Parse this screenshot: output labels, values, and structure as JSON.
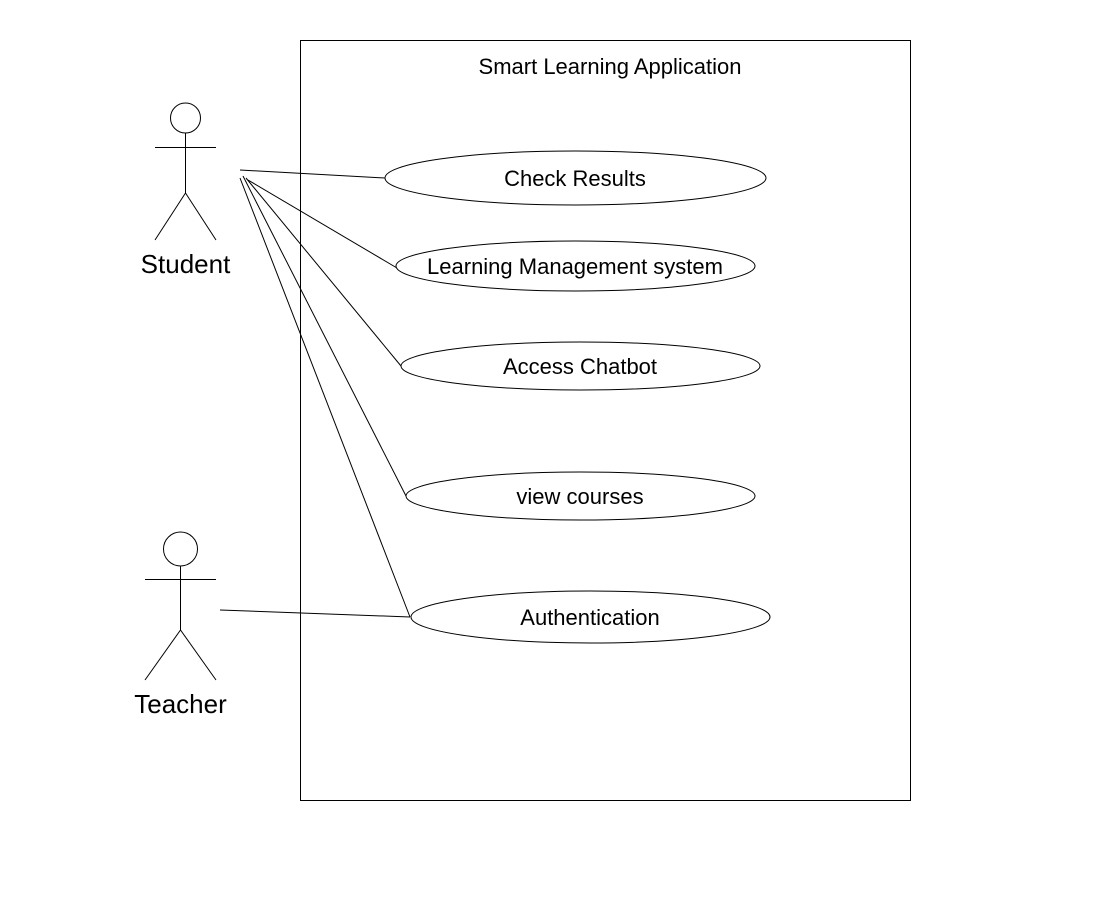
{
  "system": {
    "title": "Smart Learning Application"
  },
  "actors": {
    "student": {
      "label": "Student"
    },
    "teacher": {
      "label": "Teacher"
    }
  },
  "use_cases": {
    "check_results": "Check Results",
    "lms": "Learning Management system",
    "chatbot": "Access Chatbot",
    "view_courses": "view courses",
    "authentication": "Authentication"
  },
  "colors": {
    "line": "#000000",
    "background": "#ffffff"
  }
}
